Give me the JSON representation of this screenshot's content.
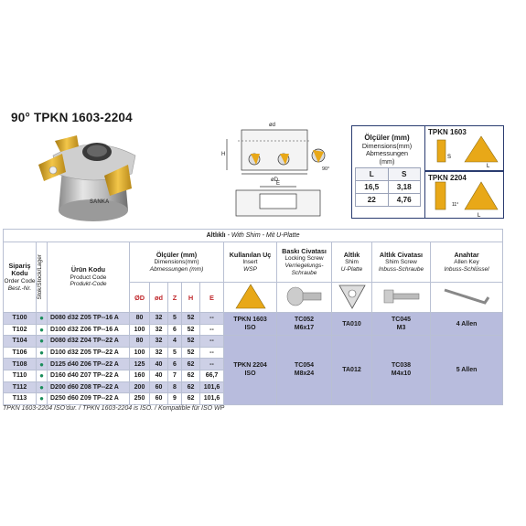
{
  "title": "90° TPKN 1603-2204",
  "photo": {
    "engraving": "SANKA"
  },
  "tech_drawing": {
    "dim_od": "ød",
    "dim_h": "H",
    "dim_oD": "øD",
    "dim_e": "E",
    "angle": "90°"
  },
  "insert_panel": {
    "header_tr": "Ölçüler (mm)",
    "header_en": "Dimensions(mm)",
    "header_de": "Abmessungen",
    "header_unit": "(mm)",
    "col_l": "L",
    "col_s": "S",
    "rows": [
      [
        "16,5",
        "3,18"
      ],
      [
        "22",
        "4,76"
      ]
    ],
    "insert1": "TPKN 1603",
    "insert2": "TPKN 2204",
    "lbl_l": "L",
    "lbl_s": "S",
    "lbl_11": "11°"
  },
  "table": {
    "accessory_band": "Altlıklı",
    "accessory_band_sub": "- With Shim - Mit U-Platte",
    "order_tr": "Sipariş Kodu",
    "order_en": "Order Code",
    "order_de": "Best.-Nr.",
    "stock": "Stok/Stock/Lager",
    "product_tr": "Ürün Kodu",
    "product_en": "Product Code",
    "product_de": "Produkt-Code",
    "dims_tr": "Ölçüler (mm)",
    "dims_en": "Dimensions(mm)",
    "dims_de": "Abmessungen (mm)",
    "insert_tr": "Kullanılan Uç",
    "insert_en": "Insert",
    "insert_de": "WSP",
    "lock_tr": "Baskı Civatası",
    "lock_en": "Locking Screw",
    "lock_de": "Verriegelungs-Schraube",
    "shim_tr": "Altlık",
    "shim_en": "Shim",
    "shim_de": "U-Platte",
    "shimscrew_tr": "Altlık Civatası",
    "shimscrew_en": "Shim Screw",
    "shimscrew_de": "Inbuss-Schraube",
    "key_tr": "Anahtar",
    "key_en": "Allen Key",
    "key_de": "Inbuss-Schlüssel",
    "subheads": [
      "ØD",
      "ød",
      "Z",
      "H",
      "E"
    ],
    "rows": [
      {
        "order": "T100",
        "stock": "●",
        "code": "D080 d32 Z05 TP--16 A",
        "D": "80",
        "d": "32",
        "z": "5",
        "h": "52",
        "e": "--"
      },
      {
        "order": "T102",
        "stock": "●",
        "code": "D100 d32 Z06 TP--16 A",
        "D": "100",
        "d": "32",
        "z": "6",
        "h": "52",
        "e": "--"
      },
      {
        "order": "T104",
        "stock": "●",
        "code": "D080 d32 Z04 TP--22 A",
        "D": "80",
        "d": "32",
        "z": "4",
        "h": "52",
        "e": "--"
      },
      {
        "order": "T106",
        "stock": "●",
        "code": "D100 d32 Z05 TP--22 A",
        "D": "100",
        "d": "32",
        "z": "5",
        "h": "52",
        "e": "--"
      },
      {
        "order": "T108",
        "stock": "●",
        "code": "D125 d40 Z06 TP--22 A",
        "D": "125",
        "d": "40",
        "z": "6",
        "h": "62",
        "e": "--"
      },
      {
        "order": "T110",
        "stock": "●",
        "code": "D160 d40 Z07 TP--22 A",
        "D": "160",
        "d": "40",
        "z": "7",
        "h": "62",
        "e": "66,7"
      },
      {
        "order": "T112",
        "stock": "●",
        "code": "D200 d60 Z08 TP--22 A",
        "D": "200",
        "d": "60",
        "z": "8",
        "h": "62",
        "e": "101,6"
      },
      {
        "order": "T113",
        "stock": "●",
        "code": "D250 d60 Z09 TP--22 A",
        "D": "250",
        "d": "60",
        "z": "9",
        "h": "62",
        "e": "101,6"
      }
    ],
    "group1": {
      "insert": "TPKN 1603",
      "insert2": "ISO",
      "lock": "TC052",
      "lock2": "M6x17",
      "shim": "TA010",
      "shimscrew": "TC045",
      "shimscrew2": "M3",
      "key": "4 Allen"
    },
    "group2": {
      "insert": "TPKN 2204",
      "insert2": "ISO",
      "lock": "TC054",
      "lock2": "M8x24",
      "shim": "TA012",
      "shimscrew": "TC038",
      "shimscrew2": "M4x10",
      "key": "5 Allen"
    }
  },
  "footer": "TPKN 1603-2204 ISO'dur. / TPKN 1603-2204 is ISO. / Kompatible für ISO WP",
  "colors": {
    "accent_band": "#cdd0e6",
    "merged_cell": "#b8bcdd",
    "insert_gold": "#e8a818",
    "stock_green": "#1a8d5a",
    "subhead_red": "#c0282c"
  }
}
